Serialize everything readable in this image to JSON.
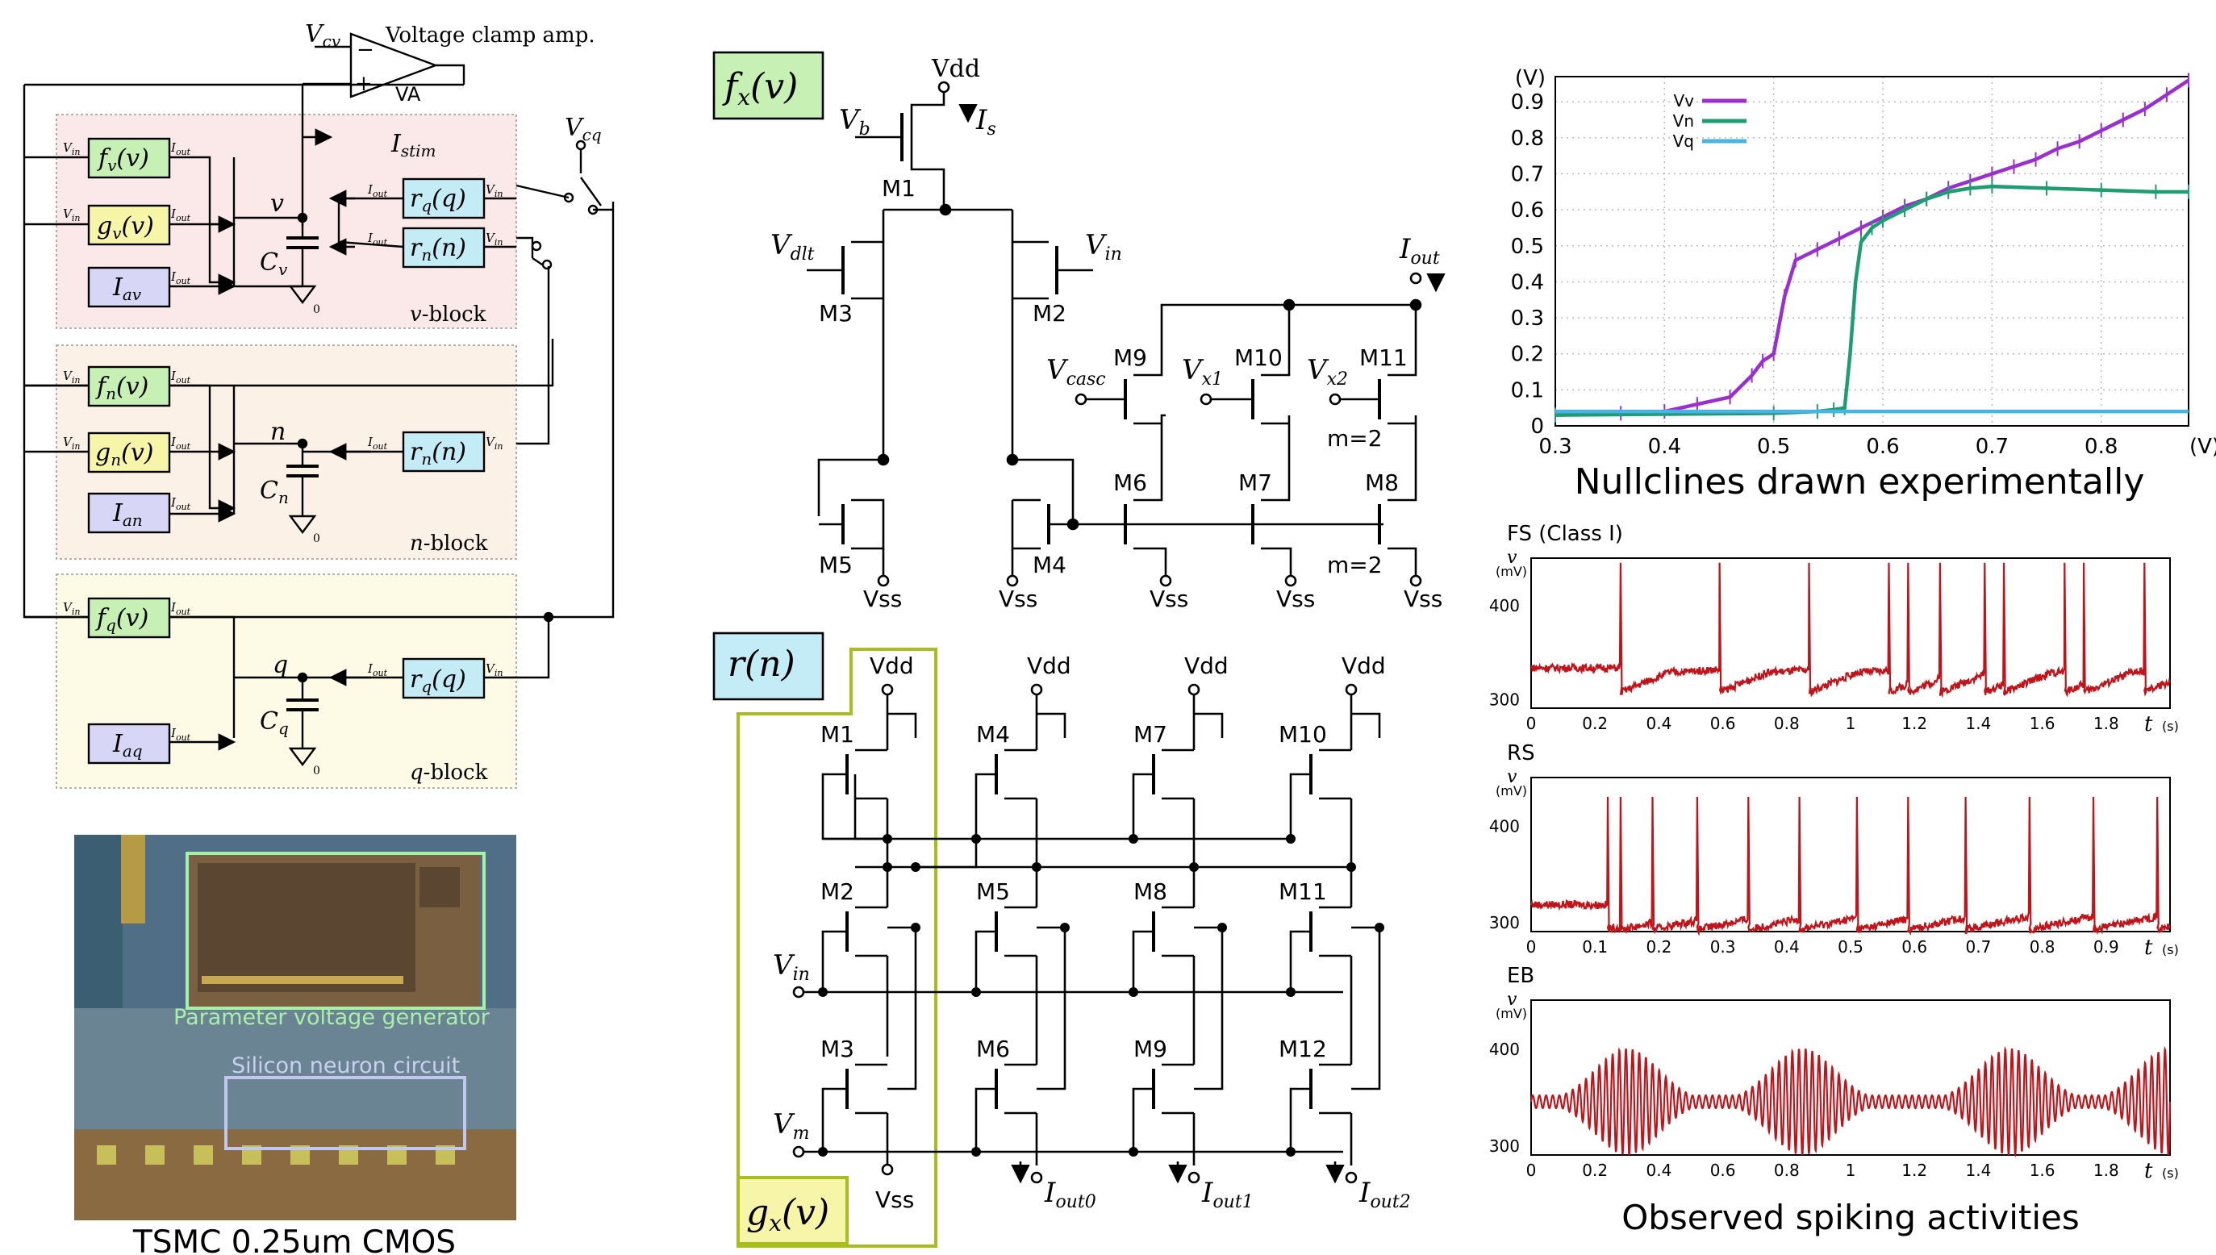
{
  "block": {
    "vcv": "V",
    "vcv_sub": "cv",
    "clamp_amp": "Voltage clamp amp.",
    "va": "VA",
    "minus": "−",
    "plus": "+",
    "istim": "I",
    "istim_sub": "stim",
    "vcq": "V",
    "vcq_sub": "cq",
    "vin": "V",
    "vin_sub": "in",
    "iout": "I",
    "iout_sub": "out",
    "cap_sub0": "0",
    "vblock": {
      "f": "f",
      "f_sub": "v",
      "g": "g",
      "g_sub": "v",
      "ia": "I",
      "ia_sub": "av",
      "node": "v",
      "cap": "C",
      "cap_sub": "v",
      "rq": "r",
      "rq_sub": "q",
      "rq_arg": "(q)",
      "rn": "r",
      "rn_sub": "n",
      "rn_arg": "(n)",
      "label": "v",
      "label_suffix": "-block"
    },
    "nblock": {
      "f": "f",
      "f_sub": "n",
      "g": "g",
      "g_sub": "n",
      "ia": "I",
      "ia_sub": "an",
      "node": "n",
      "cap": "C",
      "cap_sub": "n",
      "rn": "r",
      "rn_sub": "n",
      "rn_arg": "(n)",
      "label": "n",
      "label_suffix": "-block"
    },
    "qblock": {
      "f": "f",
      "f_sub": "q",
      "ia": "I",
      "ia_sub": "aq",
      "node": "q",
      "cap": "C",
      "cap_sub": "q",
      "rq": "r",
      "rq_sub": "q",
      "rq_arg": "(q)",
      "label": "q",
      "label_suffix": "-block"
    },
    "arg_v": "(v)"
  },
  "chip": {
    "param_gen": "Parameter voltage generator",
    "neuron": "Silicon neuron circuit",
    "caption": "TSMC 0.25um CMOS"
  },
  "fx": {
    "title_f": "f",
    "title_sub": "x",
    "title_arg": "(v)",
    "vdd": "Vdd",
    "vss": "Vss",
    "vb": "V",
    "vb_sub": "b",
    "is": "I",
    "is_sub": "s",
    "vdlt": "V",
    "vdlt_sub": "dlt",
    "vin": "V",
    "vin_sub": "in",
    "iout": "I",
    "iout_sub": "out",
    "vcasc": "V",
    "vcasc_sub": "casc",
    "vx1": "V",
    "vx1_sub": "x1",
    "vx2": "V",
    "vx2_sub": "x2",
    "m2_note": "m=2",
    "transistors": [
      "M1",
      "M2",
      "M3",
      "M4",
      "M5",
      "M6",
      "M7",
      "M8",
      "M9",
      "M10",
      "M11"
    ]
  },
  "rn": {
    "title_r": "r",
    "title_arg": "(n)",
    "g_title": "g",
    "g_sub": "x",
    "g_arg": "(v)",
    "vdd": "Vdd",
    "vss": "Vss",
    "vin": "V",
    "vin_sub": "in",
    "vm": "V",
    "vm_sub": "m",
    "iout0": "I",
    "iout0_sub": "out0",
    "iout1": "I",
    "iout1_sub": "out1",
    "iout2": "I",
    "iout2_sub": "out2",
    "transistors": [
      "M1",
      "M2",
      "M3",
      "M4",
      "M5",
      "M6",
      "M7",
      "M8",
      "M9",
      "M10",
      "M11",
      "M12"
    ]
  },
  "chart_data": [
    {
      "type": "line",
      "title": "Nullclines drawn experimentally",
      "xlabel": "(V)",
      "ylabel": "(V)",
      "xlim": [
        0.3,
        0.88
      ],
      "ylim": [
        0,
        0.97
      ],
      "xticks": [
        "0.3",
        "0.4",
        "0.5",
        "0.6",
        "0.7",
        "0.8",
        "(V)"
      ],
      "yticks": [
        "0",
        "0.1",
        "0.2",
        "0.3",
        "0.4",
        "0.5",
        "0.6",
        "0.7",
        "0.8",
        "0.9",
        "(V)"
      ],
      "grid": true,
      "legend": "top-left",
      "series": [
        {
          "name": "Vv",
          "color": "#9a2fd0",
          "x": [
            0.3,
            0.36,
            0.4,
            0.43,
            0.46,
            0.48,
            0.49,
            0.5,
            0.505,
            0.51,
            0.52,
            0.54,
            0.56,
            0.58,
            0.6,
            0.62,
            0.64,
            0.66,
            0.68,
            0.7,
            0.72,
            0.74,
            0.76,
            0.78,
            0.8,
            0.82,
            0.84,
            0.86,
            0.88
          ],
          "y": [
            0.03,
            0.035,
            0.04,
            0.06,
            0.08,
            0.14,
            0.18,
            0.2,
            0.28,
            0.36,
            0.46,
            0.49,
            0.52,
            0.55,
            0.58,
            0.61,
            0.63,
            0.66,
            0.68,
            0.7,
            0.72,
            0.74,
            0.77,
            0.79,
            0.82,
            0.85,
            0.88,
            0.92,
            0.96
          ]
        },
        {
          "name": "Vn",
          "color": "#1e9e70",
          "x": [
            0.3,
            0.5,
            0.54,
            0.555,
            0.565,
            0.57,
            0.575,
            0.58,
            0.59,
            0.6,
            0.62,
            0.64,
            0.66,
            0.68,
            0.7,
            0.75,
            0.8,
            0.85,
            0.88
          ],
          "y": [
            0.03,
            0.035,
            0.04,
            0.045,
            0.05,
            0.2,
            0.4,
            0.51,
            0.55,
            0.57,
            0.6,
            0.63,
            0.65,
            0.66,
            0.665,
            0.66,
            0.655,
            0.65,
            0.65
          ]
        },
        {
          "name": "Vq",
          "color": "#4ab3e6",
          "x": [
            0.3,
            0.88
          ],
          "y": [
            0.04,
            0.04
          ]
        }
      ]
    },
    {
      "type": "line",
      "title": "FS (Class I)",
      "ylabel": "v",
      "ylabel_unit": "(mV)",
      "xlabel": "t",
      "xlabel_unit": "(s)",
      "xlim": [
        0,
        2.0
      ],
      "ylim": [
        290,
        450
      ],
      "xticks": [
        "0",
        "0.2",
        "0.4",
        "0.6",
        "0.8",
        "1",
        "1.2",
        "1.4",
        "1.6",
        "1.8"
      ],
      "yticks": [
        "300",
        "400"
      ],
      "series": [
        {
          "color": "#c0141a",
          "baseline": 325,
          "peak": 445,
          "spikes": [
            0.28,
            0.59,
            0.87,
            1.12,
            1.18,
            1.28,
            1.42,
            1.48,
            1.67,
            1.73,
            1.92
          ]
        }
      ]
    },
    {
      "type": "line",
      "title": "RS",
      "ylabel": "v",
      "ylabel_unit": "(mV)",
      "xlabel": "t",
      "xlabel_unit": "(s)",
      "xlim": [
        0,
        1.0
      ],
      "ylim": [
        290,
        450
      ],
      "xticks": [
        "0",
        "0.1",
        "0.2",
        "0.3",
        "0.4",
        "0.5",
        "0.6",
        "0.7",
        "0.8",
        "0.9"
      ],
      "yticks": [
        "300",
        "400"
      ],
      "series": [
        {
          "color": "#c0141a",
          "baseline": 310,
          "peak": 430,
          "spikes": [
            0.12,
            0.14,
            0.19,
            0.26,
            0.34,
            0.42,
            0.51,
            0.59,
            0.68,
            0.78,
            0.88,
            0.98
          ]
        }
      ]
    },
    {
      "type": "line",
      "title": "EB",
      "ylabel": "v",
      "ylabel_unit": "(mV)",
      "xlabel": "t",
      "xlabel_unit": "(s)",
      "xlim": [
        0,
        2.0
      ],
      "ylim": [
        290,
        450
      ],
      "xticks": [
        "0",
        "0.2",
        "0.4",
        "0.6",
        "0.8",
        "1",
        "1.2",
        "1.4",
        "1.6",
        "1.8"
      ],
      "yticks": [
        "300",
        "400"
      ],
      "caption": "Observed spiking activities",
      "series": [
        {
          "color": "#c0141a",
          "center": 345,
          "amplitude": 55,
          "burst_centers": [
            0.3,
            0.85,
            1.5,
            2.0
          ],
          "burst_width": 0.14
        }
      ]
    }
  ]
}
